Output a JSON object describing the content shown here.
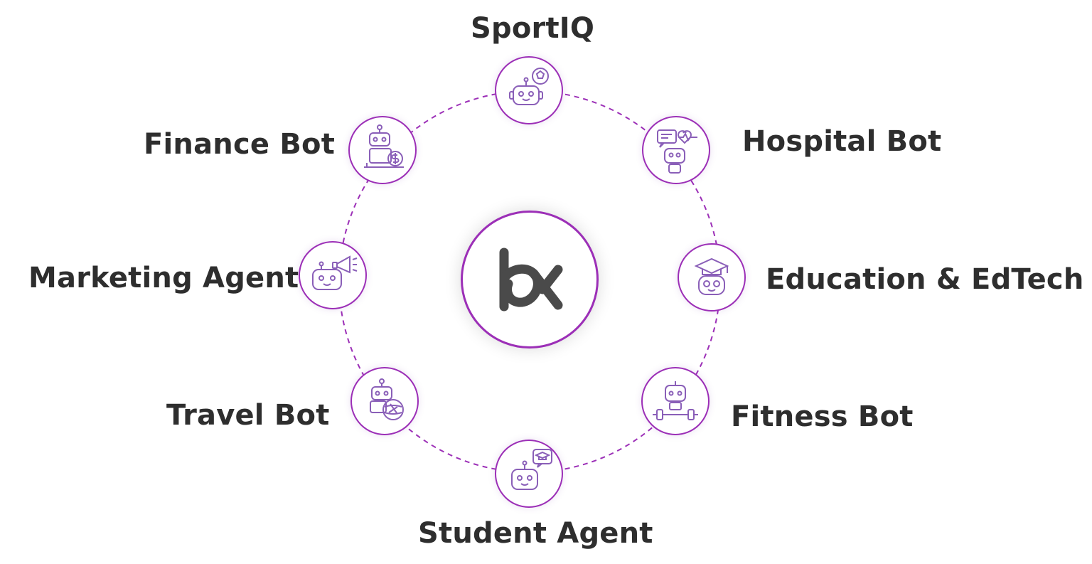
{
  "colors": {
    "accent": "#9c2fb7",
    "icon_stroke": "#8a5fb8",
    "label_text": "#2e2e2e",
    "logo": "#4a4a4a"
  },
  "center": {
    "logo_icon": "bx-logo-icon"
  },
  "nodes": [
    {
      "id": "sportiq",
      "label": "SportIQ",
      "icon": "robot-soccer-ball-icon"
    },
    {
      "id": "hospital",
      "label": "Hospital Bot",
      "icon": "robot-chat-heartbeat-icon"
    },
    {
      "id": "education",
      "label": "Education & EdTech",
      "icon": "robot-graduation-cap-icon"
    },
    {
      "id": "fitness",
      "label": "Fitness Bot",
      "icon": "robot-dumbbell-icon"
    },
    {
      "id": "student",
      "label": "Student Agent",
      "icon": "robot-mortarboard-bubble-icon"
    },
    {
      "id": "travel",
      "label": "Travel Bot",
      "icon": "robot-globe-plane-icon"
    },
    {
      "id": "marketing",
      "label": "Marketing Agent",
      "icon": "robot-megaphone-icon"
    },
    {
      "id": "finance",
      "label": "Finance Bot",
      "icon": "robot-desk-coin-icon"
    }
  ]
}
